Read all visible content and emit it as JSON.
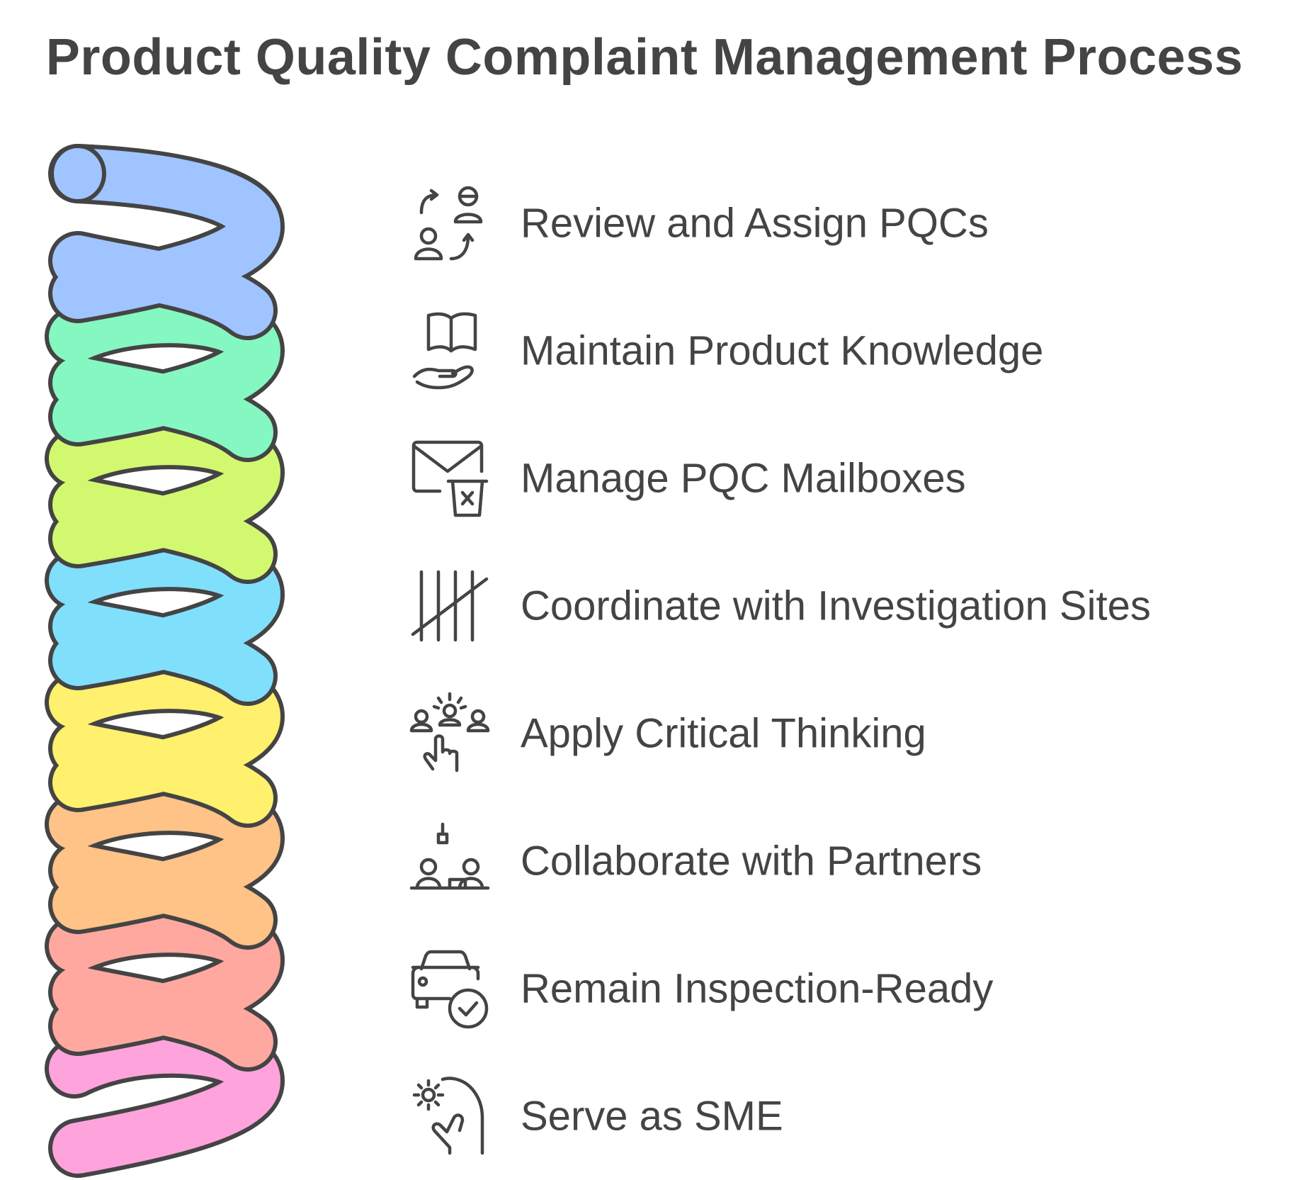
{
  "title": "Product Quality Complaint Management Process",
  "steps": [
    {
      "label": "Review and Assign PQCs",
      "icon": "reassign-people-icon",
      "color": "#a0c4ff"
    },
    {
      "label": "Maintain Product Knowledge",
      "icon": "book-in-hand-icon",
      "color": "#85f7c0"
    },
    {
      "label": "Manage PQC Mailboxes",
      "icon": "mail-delete-icon",
      "color": "#d2f870"
    },
    {
      "label": "Coordinate with Investigation Sites",
      "icon": "tally-marks-icon",
      "color": "#80e0fc"
    },
    {
      "label": "Apply Critical Thinking",
      "icon": "team-select-icon",
      "color": "#fff06e"
    },
    {
      "label": "Collaborate with Partners",
      "icon": "meeting-desk-icon",
      "color": "#ffc287"
    },
    {
      "label": "Remain Inspection-Ready",
      "icon": "car-check-icon",
      "color": "#ffa8a0"
    },
    {
      "label": "Serve as SME",
      "icon": "gear-hand-icon",
      "color": "#ffa3dc"
    }
  ]
}
